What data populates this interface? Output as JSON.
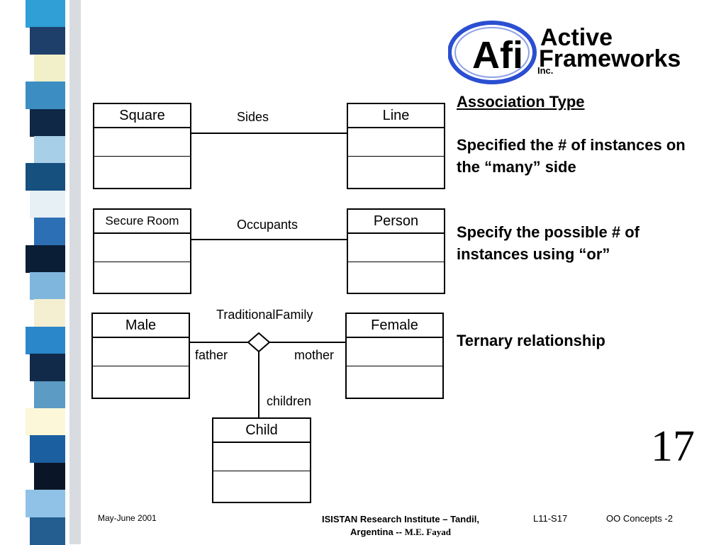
{
  "logo": {
    "initials": "Afi",
    "line1": "Active",
    "line2": "Frameworks",
    "line3": "Inc."
  },
  "colors": {
    "stripe": [
      "#2f9fd6",
      "#1f3f6b",
      "#f1f0c8",
      "#3c8ec2",
      "#0f2846",
      "#a8cfe8",
      "#16507f",
      "#e6f0f5",
      "#2d6fb4",
      "#0a1e36",
      "#7fb6dd",
      "#f3efd0",
      "#2a87c9",
      "#112a4a",
      "#5b9bc4",
      "#fbf7d8",
      "#1c5fa0",
      "#0a1628",
      "#8fc2e6",
      "#245d8f"
    ]
  },
  "diagram": {
    "classes": {
      "square": "Square",
      "line": "Line",
      "secure_room": "Secure Room",
      "person": "Person",
      "male": "Male",
      "female": "Female",
      "child": "Child"
    },
    "labels": {
      "sides": "Sides",
      "occupants": "Occupants",
      "traditional_family": "TraditionalFamily",
      "father": "father",
      "mother": "mother",
      "children": "children"
    }
  },
  "right_text": {
    "title": "Association Type",
    "line1": "Specified the # of instances on the “many” side",
    "line2": "Specify the possible # of instances using “or”",
    "line3": "Ternary relationship"
  },
  "slide_number": "17",
  "footer": {
    "date": "May-June 2001",
    "institute": "ISISTAN Research Institute – Tandil,",
    "location": "Argentina --",
    "author": "M.E. Fayad",
    "slide_id": "L11-S17",
    "course": "OO Concepts -2"
  }
}
